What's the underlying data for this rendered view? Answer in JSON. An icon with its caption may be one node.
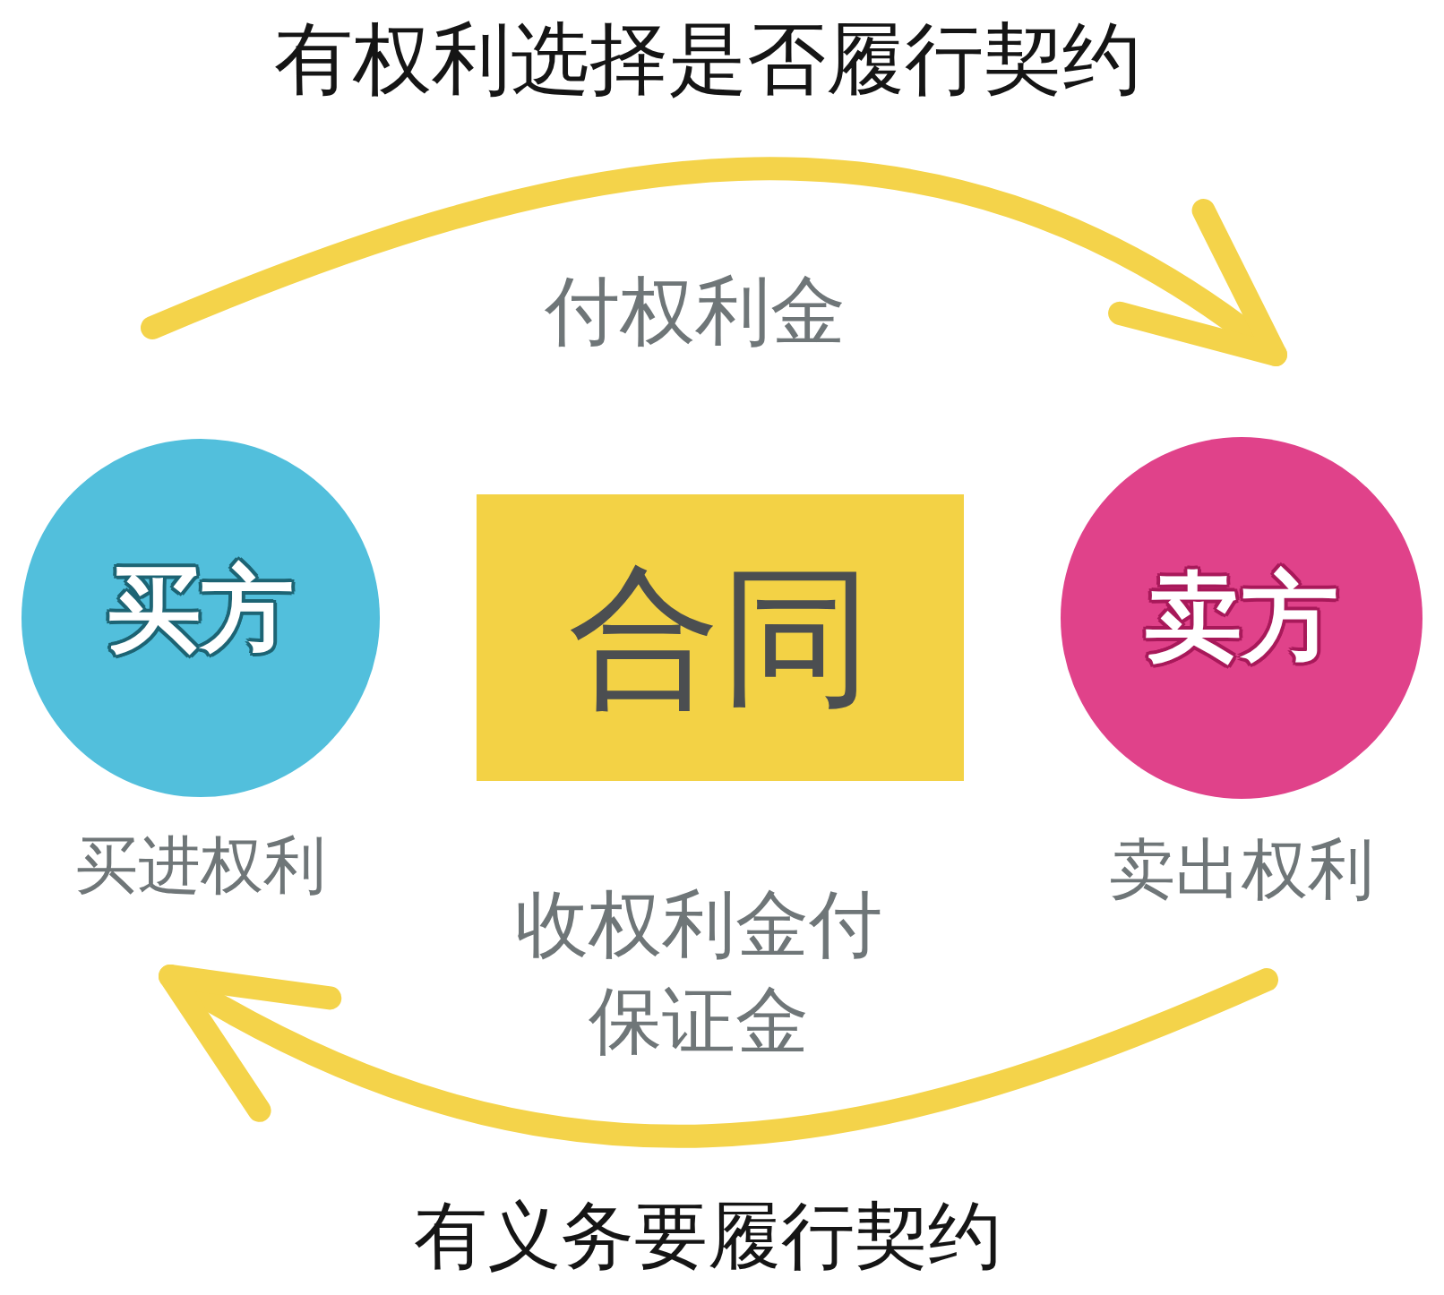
{
  "diagram": {
    "nodes": [
      {
        "text": [
          "买方"
        ],
        "beside": [
          "买进权利"
        ]
      },
      {
        "text": [
          "合同"
        ]
      },
      {
        "text": [
          "卖方"
        ],
        "beside": [
          "卖出权利"
        ]
      }
    ],
    "edges": [
      {
        "from": 0,
        "to": 2,
        "arrow": "to",
        "label": "付权利金"
      },
      {
        "from": 2,
        "to": 0,
        "arrow": "to",
        "label": "收权利金付保证金"
      }
    ],
    "labels": [
      "有权利选择是否履行契约",
      "有义务要履行契约"
    ]
  }
}
